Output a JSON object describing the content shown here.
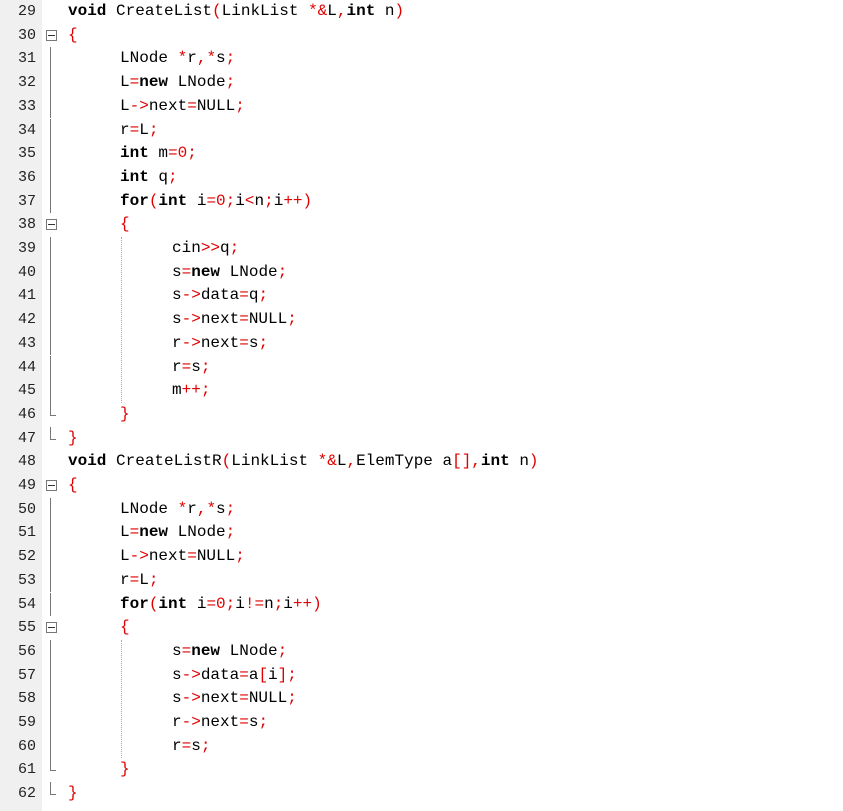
{
  "editor": {
    "lines": [
      {
        "n": "29",
        "fold": "none",
        "indent": 0,
        "tokens": [
          [
            "kw",
            "void"
          ],
          [
            "plain",
            " CreateList"
          ],
          [
            "op",
            "("
          ],
          [
            "plain",
            "LinkList "
          ],
          [
            "op",
            "*&"
          ],
          [
            "plain",
            "L"
          ],
          [
            "op",
            ","
          ],
          [
            "kw",
            "int"
          ],
          [
            "plain",
            " n"
          ],
          [
            "op",
            ")"
          ]
        ]
      },
      {
        "n": "30",
        "fold": "box",
        "indent": 0,
        "tokens": [
          [
            "op",
            "{"
          ]
        ]
      },
      {
        "n": "31",
        "fold": "vline",
        "indent": 2,
        "tokens": [
          [
            "plain",
            "LNode "
          ],
          [
            "op",
            "*"
          ],
          [
            "plain",
            "r"
          ],
          [
            "op",
            ","
          ],
          [
            "op",
            "*"
          ],
          [
            "plain",
            "s"
          ],
          [
            "op",
            ";"
          ]
        ]
      },
      {
        "n": "32",
        "fold": "vline",
        "indent": 2,
        "tokens": [
          [
            "plain",
            "L"
          ],
          [
            "op",
            "="
          ],
          [
            "kw",
            "new"
          ],
          [
            "plain",
            " LNode"
          ],
          [
            "op",
            ";"
          ]
        ]
      },
      {
        "n": "33",
        "fold": "vline",
        "indent": 2,
        "tokens": [
          [
            "plain",
            "L"
          ],
          [
            "op",
            "->"
          ],
          [
            "plain",
            "next"
          ],
          [
            "op",
            "="
          ],
          [
            "plain",
            "NULL"
          ],
          [
            "op",
            ";"
          ]
        ]
      },
      {
        "n": "34",
        "fold": "vline",
        "indent": 2,
        "tokens": [
          [
            "plain",
            "r"
          ],
          [
            "op",
            "="
          ],
          [
            "plain",
            "L"
          ],
          [
            "op",
            ";"
          ]
        ]
      },
      {
        "n": "35",
        "fold": "vline",
        "indent": 2,
        "tokens": [
          [
            "kw",
            "int"
          ],
          [
            "plain",
            " m"
          ],
          [
            "op",
            "="
          ],
          [
            "num",
            "0"
          ],
          [
            "op",
            ";"
          ]
        ]
      },
      {
        "n": "36",
        "fold": "vline",
        "indent": 2,
        "tokens": [
          [
            "kw",
            "int"
          ],
          [
            "plain",
            " q"
          ],
          [
            "op",
            ";"
          ]
        ]
      },
      {
        "n": "37",
        "fold": "vline",
        "indent": 2,
        "tokens": [
          [
            "kw",
            "for"
          ],
          [
            "op",
            "("
          ],
          [
            "kw",
            "int"
          ],
          [
            "plain",
            " i"
          ],
          [
            "op",
            "="
          ],
          [
            "num",
            "0"
          ],
          [
            "op",
            ";"
          ],
          [
            "plain",
            "i"
          ],
          [
            "op",
            "<"
          ],
          [
            "plain",
            "n"
          ],
          [
            "op",
            ";"
          ],
          [
            "plain",
            "i"
          ],
          [
            "op",
            "++"
          ],
          [
            "op",
            ")"
          ]
        ]
      },
      {
        "n": "38",
        "fold": "box",
        "indent": 2,
        "tokens": [
          [
            "op",
            "{"
          ]
        ]
      },
      {
        "n": "39",
        "fold": "vline",
        "indent": 4,
        "tokens": [
          [
            "plain",
            "cin"
          ],
          [
            "op",
            ">>"
          ],
          [
            "plain",
            "q"
          ],
          [
            "op",
            ";"
          ]
        ]
      },
      {
        "n": "40",
        "fold": "vline",
        "indent": 4,
        "tokens": [
          [
            "plain",
            "s"
          ],
          [
            "op",
            "="
          ],
          [
            "kw",
            "new"
          ],
          [
            "plain",
            " LNode"
          ],
          [
            "op",
            ";"
          ]
        ]
      },
      {
        "n": "41",
        "fold": "vline",
        "indent": 4,
        "tokens": [
          [
            "plain",
            "s"
          ],
          [
            "op",
            "->"
          ],
          [
            "plain",
            "data"
          ],
          [
            "op",
            "="
          ],
          [
            "plain",
            "q"
          ],
          [
            "op",
            ";"
          ]
        ]
      },
      {
        "n": "42",
        "fold": "vline",
        "indent": 4,
        "tokens": [
          [
            "plain",
            "s"
          ],
          [
            "op",
            "->"
          ],
          [
            "plain",
            "next"
          ],
          [
            "op",
            "="
          ],
          [
            "plain",
            "NULL"
          ],
          [
            "op",
            ";"
          ]
        ]
      },
      {
        "n": "43",
        "fold": "vline",
        "indent": 4,
        "tokens": [
          [
            "plain",
            "r"
          ],
          [
            "op",
            "->"
          ],
          [
            "plain",
            "next"
          ],
          [
            "op",
            "="
          ],
          [
            "plain",
            "s"
          ],
          [
            "op",
            ";"
          ]
        ]
      },
      {
        "n": "44",
        "fold": "vline",
        "indent": 4,
        "tokens": [
          [
            "plain",
            "r"
          ],
          [
            "op",
            "="
          ],
          [
            "plain",
            "s"
          ],
          [
            "op",
            ";"
          ]
        ]
      },
      {
        "n": "45",
        "fold": "vline",
        "indent": 4,
        "tokens": [
          [
            "plain",
            "m"
          ],
          [
            "op",
            "++"
          ],
          [
            "op",
            ";"
          ]
        ]
      },
      {
        "n": "46",
        "fold": "end",
        "indent": 2,
        "tokens": [
          [
            "op",
            "}"
          ]
        ]
      },
      {
        "n": "47",
        "fold": "last",
        "indent": 0,
        "tokens": [
          [
            "op",
            "}"
          ]
        ]
      },
      {
        "n": "48",
        "fold": "none",
        "indent": 0,
        "tokens": [
          [
            "kw",
            "void"
          ],
          [
            "plain",
            " CreateListR"
          ],
          [
            "op",
            "("
          ],
          [
            "plain",
            "LinkList "
          ],
          [
            "op",
            "*&"
          ],
          [
            "plain",
            "L"
          ],
          [
            "op",
            ","
          ],
          [
            "plain",
            "ElemType a"
          ],
          [
            "op",
            "[]"
          ],
          [
            "op",
            ","
          ],
          [
            "kw",
            "int"
          ],
          [
            "plain",
            " n"
          ],
          [
            "op",
            ")"
          ]
        ]
      },
      {
        "n": "49",
        "fold": "box",
        "indent": 0,
        "tokens": [
          [
            "op",
            "{"
          ]
        ]
      },
      {
        "n": "50",
        "fold": "vline",
        "indent": 2,
        "tokens": [
          [
            "plain",
            "LNode "
          ],
          [
            "op",
            "*"
          ],
          [
            "plain",
            "r"
          ],
          [
            "op",
            ","
          ],
          [
            "op",
            "*"
          ],
          [
            "plain",
            "s"
          ],
          [
            "op",
            ";"
          ]
        ]
      },
      {
        "n": "51",
        "fold": "vline",
        "indent": 2,
        "tokens": [
          [
            "plain",
            "L"
          ],
          [
            "op",
            "="
          ],
          [
            "kw",
            "new"
          ],
          [
            "plain",
            " LNode"
          ],
          [
            "op",
            ";"
          ]
        ]
      },
      {
        "n": "52",
        "fold": "vline",
        "indent": 2,
        "tokens": [
          [
            "plain",
            "L"
          ],
          [
            "op",
            "->"
          ],
          [
            "plain",
            "next"
          ],
          [
            "op",
            "="
          ],
          [
            "plain",
            "NULL"
          ],
          [
            "op",
            ";"
          ]
        ]
      },
      {
        "n": "53",
        "fold": "vline",
        "indent": 2,
        "tokens": [
          [
            "plain",
            "r"
          ],
          [
            "op",
            "="
          ],
          [
            "plain",
            "L"
          ],
          [
            "op",
            ";"
          ]
        ]
      },
      {
        "n": "54",
        "fold": "vline",
        "indent": 2,
        "tokens": [
          [
            "kw",
            "for"
          ],
          [
            "op",
            "("
          ],
          [
            "kw",
            "int"
          ],
          [
            "plain",
            " i"
          ],
          [
            "op",
            "="
          ],
          [
            "num",
            "0"
          ],
          [
            "op",
            ";"
          ],
          [
            "plain",
            "i"
          ],
          [
            "op",
            "!="
          ],
          [
            "plain",
            "n"
          ],
          [
            "op",
            ";"
          ],
          [
            "plain",
            "i"
          ],
          [
            "op",
            "++"
          ],
          [
            "op",
            ")"
          ]
        ]
      },
      {
        "n": "55",
        "fold": "box",
        "indent": 2,
        "tokens": [
          [
            "op",
            "{"
          ]
        ]
      },
      {
        "n": "56",
        "fold": "vline",
        "indent": 4,
        "tokens": [
          [
            "plain",
            "s"
          ],
          [
            "op",
            "="
          ],
          [
            "kw",
            "new"
          ],
          [
            "plain",
            " LNode"
          ],
          [
            "op",
            ";"
          ]
        ]
      },
      {
        "n": "57",
        "fold": "vline",
        "indent": 4,
        "tokens": [
          [
            "plain",
            "s"
          ],
          [
            "op",
            "->"
          ],
          [
            "plain",
            "data"
          ],
          [
            "op",
            "="
          ],
          [
            "plain",
            "a"
          ],
          [
            "op",
            "["
          ],
          [
            "plain",
            "i"
          ],
          [
            "op",
            "]"
          ],
          [
            "op",
            ";"
          ]
        ]
      },
      {
        "n": "58",
        "fold": "vline",
        "indent": 4,
        "tokens": [
          [
            "plain",
            "s"
          ],
          [
            "op",
            "->"
          ],
          [
            "plain",
            "next"
          ],
          [
            "op",
            "="
          ],
          [
            "plain",
            "NULL"
          ],
          [
            "op",
            ";"
          ]
        ]
      },
      {
        "n": "59",
        "fold": "vline",
        "indent": 4,
        "tokens": [
          [
            "plain",
            "r"
          ],
          [
            "op",
            "->"
          ],
          [
            "plain",
            "next"
          ],
          [
            "op",
            "="
          ],
          [
            "plain",
            "s"
          ],
          [
            "op",
            ";"
          ]
        ]
      },
      {
        "n": "60",
        "fold": "vline",
        "indent": 4,
        "tokens": [
          [
            "plain",
            "r"
          ],
          [
            "op",
            "="
          ],
          [
            "plain",
            "s"
          ],
          [
            "op",
            ";"
          ]
        ]
      },
      {
        "n": "61",
        "fold": "end",
        "indent": 2,
        "tokens": [
          [
            "op",
            "}"
          ]
        ]
      },
      {
        "n": "62",
        "fold": "last",
        "indent": 0,
        "tokens": [
          [
            "op",
            "}"
          ]
        ]
      }
    ]
  },
  "colors": {
    "operator": "#e00000",
    "text": "#000000",
    "gutter": "#f0f0f0"
  }
}
